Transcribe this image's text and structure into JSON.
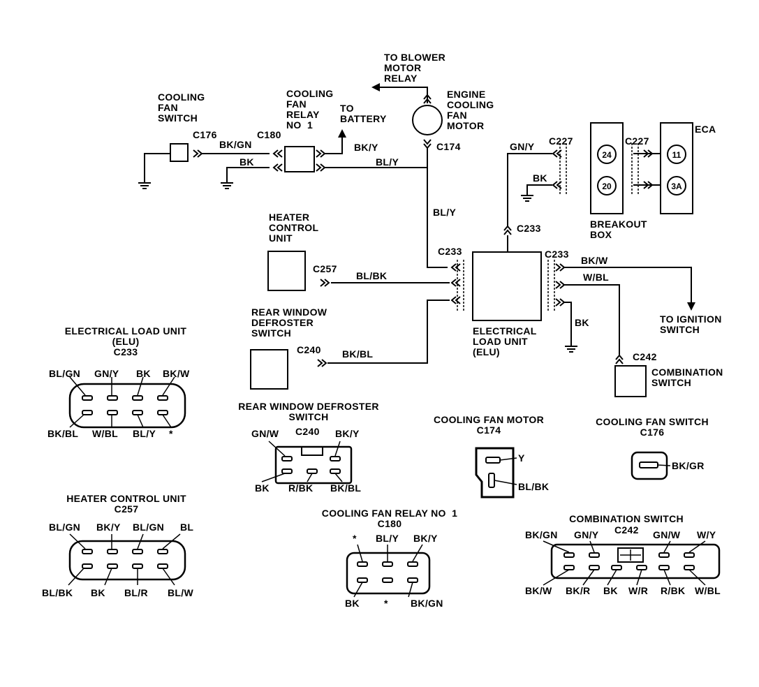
{
  "main": {
    "cooling_fan_switch": "COOLING\nFAN\nSWITCH",
    "c176": "C176",
    "bk_gn": "BK/GN",
    "c180": "C180",
    "cooling_fan_relay": "COOLING\nFAN\nRELAY\nNO  1",
    "to_battery": "TO\nBATTERY",
    "bk_y": "BK/Y",
    "bk_1": "BK",
    "bl_y_1": "BL/Y",
    "to_blower": "TO BLOWER\nMOTOR\nRELAY",
    "engine_cooling_fan_motor": "ENGINE\nCOOLING\nFAN\nMOTOR",
    "c174": "C174",
    "gn_y": "GN/Y",
    "c227_a": "C227",
    "c227_b": "C227",
    "eca": "ECA",
    "pin24": "24",
    "pin20": "20",
    "pin11": "11",
    "pin3a": "3A",
    "bk_2": "BK",
    "breakout_box": "BREAKOUT\nBOX",
    "c233_up": "C233",
    "bl_y_2": "BL/Y",
    "heater_control_unit": "HEATER\nCONTROL\nUNIT",
    "c257": "C257",
    "bl_bk": "BL/BK",
    "c233_left": "C233",
    "c233_right": "C233",
    "bk_w": "BK/W",
    "w_bl": "W/BL",
    "to_ignition": "TO IGNITION\nSWITCH",
    "bk_3": "BK",
    "rear_window_defroster_switch": "REAR WINDOW\nDEFROSTER\nSWITCH",
    "c240": "C240",
    "bk_bl": "BK/BL",
    "electrical_load_unit": "ELECTRICAL\nLOAD UNIT\n(ELU)",
    "c242": "C242",
    "combination_switch": "COMBINATION\nSWITCH"
  },
  "connectors": {
    "elu": {
      "title": "ELECTRICAL LOAD UNIT\n(ELU)\nC233",
      "top": [
        "BL/GN",
        "GN/Y",
        "BK",
        "BK/W"
      ],
      "bottom": [
        "BK/BL",
        "W/BL",
        "BL/Y",
        "*"
      ]
    },
    "rear_defroster": {
      "title": "REAR WINDOW DEFROSTER\nSWITCH",
      "code": "C240",
      "top": [
        "GN/W",
        "BK/Y"
      ],
      "bottom": [
        "BK",
        "R/BK",
        "BK/BL"
      ]
    },
    "fan_motor": {
      "title": "COOLING FAN MOTOR\nC174",
      "pins": [
        "Y",
        "BL/BK"
      ]
    },
    "fan_switch": {
      "title": "COOLING FAN SWITCH\nC176",
      "pins": [
        "BK/GR"
      ]
    },
    "heater": {
      "title": "HEATER CONTROL UNIT\nC257",
      "top": [
        "BL/GN",
        "BK/Y",
        "BL/GN",
        "BL"
      ],
      "bottom": [
        "BL/BK",
        "BK",
        "BL/R",
        "BL/W"
      ]
    },
    "fan_relay": {
      "title": "COOLING FAN RELAY NO  1\nC180",
      "top": [
        "*",
        "BL/Y",
        "BK/Y"
      ],
      "bottom": [
        "BK",
        "*",
        "BK/GN"
      ]
    },
    "combination": {
      "title": "COMBINATION SWITCH",
      "code": "C242",
      "top": [
        "BK/GN",
        "GN/Y",
        "GN/W",
        "W/Y"
      ],
      "bottom": [
        "BK/W",
        "BK/R",
        "BK",
        "W/R",
        "R/BK",
        "W/BL"
      ]
    }
  }
}
